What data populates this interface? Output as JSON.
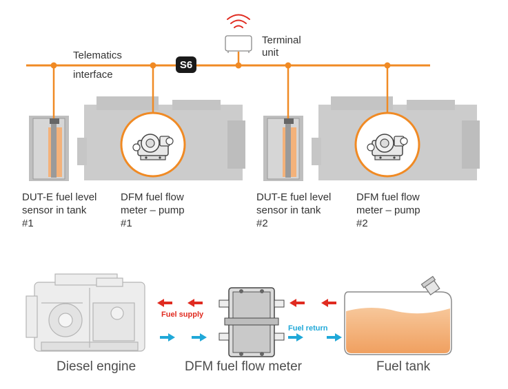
{
  "telematics": {
    "line1": "Telematics",
    "line2": "interface"
  },
  "terminal": {
    "line1": "Terminal",
    "line2": "unit"
  },
  "bus_badge": "S6",
  "sensors": [
    {
      "line1": "DUT-E fuel level",
      "line2": "sensor in tank",
      "line3": "#1"
    },
    {
      "line1": "DFM fuel flow",
      "line2": "meter – pump",
      "line3": "#1"
    },
    {
      "line1": "DUT-E fuel level",
      "line2": "sensor in tank",
      "line3": "#2"
    },
    {
      "line1": "DFM fuel flow",
      "line2": "meter – pump",
      "line3": "#2"
    }
  ],
  "flow": {
    "supply": "Fuel supply",
    "return": "Fuel return"
  },
  "bottom": {
    "engine": "Diesel engine",
    "meter": "DFM fuel flow meter",
    "tank": "Fuel tank"
  },
  "colors": {
    "bus": "#f08a24",
    "supply": "#e02b20",
    "return": "#20a8d8",
    "fuel": "#f4b27a",
    "machine": "#c8c8c8"
  }
}
